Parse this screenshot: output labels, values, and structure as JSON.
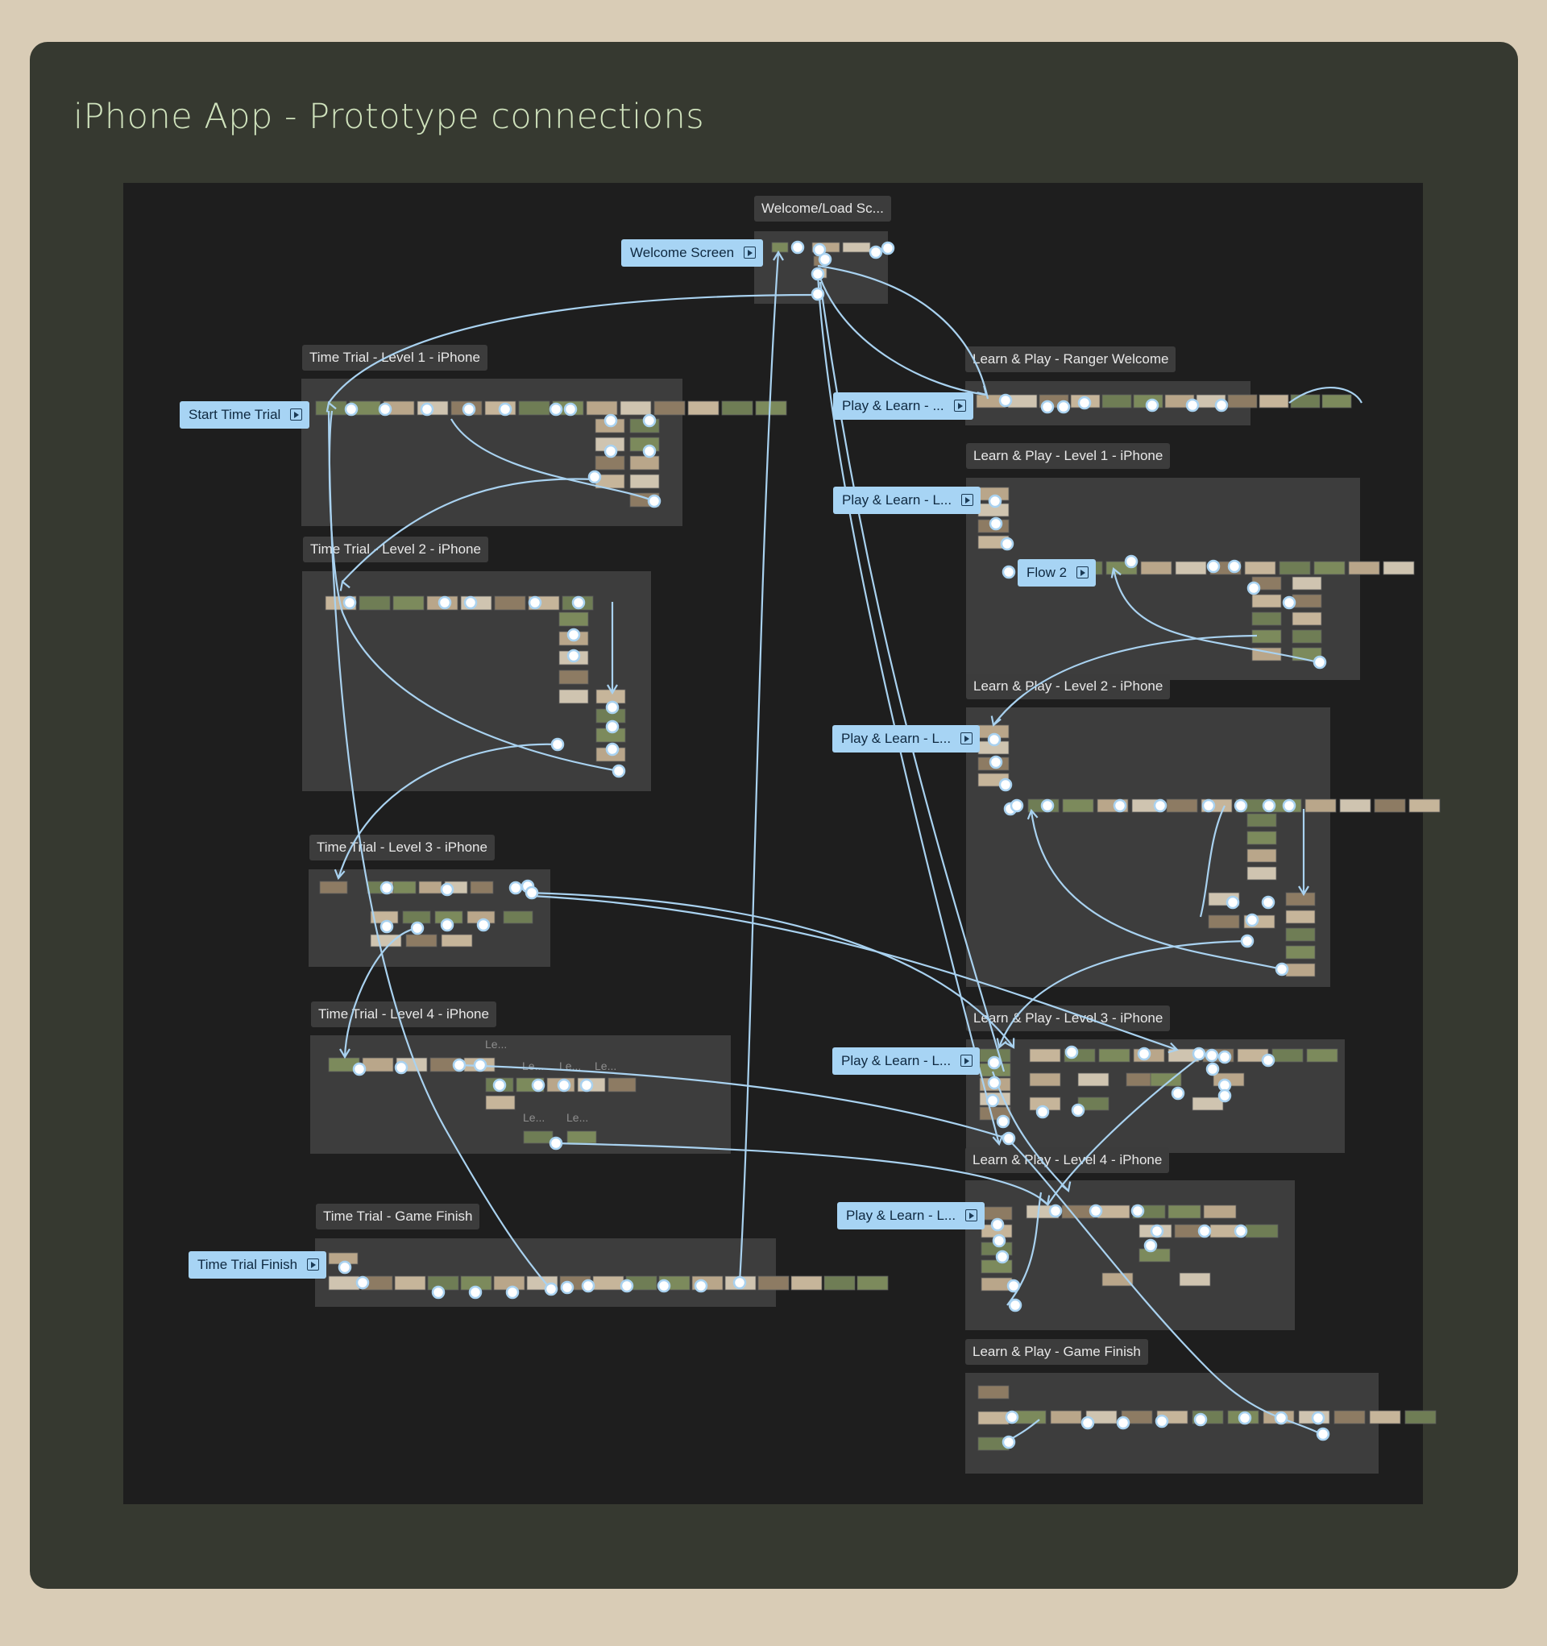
{
  "title": "iPhone App - Prototype connections",
  "sections": [
    {
      "id": "welcome",
      "label": "Welcome/Load Sc..."
    },
    {
      "id": "tt1",
      "label": "Time Trial - Level 1 - iPhone"
    },
    {
      "id": "tt2",
      "label": "Time Trial - Level 2 - iPhone"
    },
    {
      "id": "tt3",
      "label": "Time Trial - Level 3 - iPhone"
    },
    {
      "id": "tt4",
      "label": "Time Trial - Level 4 - iPhone"
    },
    {
      "id": "ttf",
      "label": "Time Trial - Game Finish"
    },
    {
      "id": "lpw",
      "label": "Learn & Play - Ranger Welcome"
    },
    {
      "id": "lp1",
      "label": "Learn & Play - Level 1 - iPhone"
    },
    {
      "id": "lp2",
      "label": "Learn & Play - Level 2 - iPhone"
    },
    {
      "id": "lp3",
      "label": "Learn & Play - Level 3 - iPhone"
    },
    {
      "id": "lp4",
      "label": "Learn & Play - Level 4 - iPhone"
    },
    {
      "id": "lpf",
      "label": "Learn & Play - Game Finish"
    }
  ],
  "flows": [
    {
      "id": "welcome-screen",
      "label": "Welcome Screen"
    },
    {
      "id": "start-time-trial",
      "label": "Start Time Trial"
    },
    {
      "id": "time-trial-finish",
      "label": "Time Trial Finish"
    },
    {
      "id": "play-learn-welcome",
      "label": "Play & Learn - ..."
    },
    {
      "id": "play-learn-l1",
      "label": "Play & Learn - L..."
    },
    {
      "id": "flow-2",
      "label": "Flow 2"
    },
    {
      "id": "play-learn-l2",
      "label": "Play & Learn - L..."
    },
    {
      "id": "play-learn-l3",
      "label": "Play & Learn - L..."
    },
    {
      "id": "play-learn-l4",
      "label": "Play & Learn - L..."
    }
  ],
  "ghost_labels": [
    "Le...",
    "Le...",
    "Le...",
    "Le...",
    "Le...",
    "Le..."
  ],
  "colors": {
    "connector": "#a9d2f0",
    "flow_bg": "#a7d4f4",
    "section_bg": "#3d3d3d",
    "canvas_bg": "#1e1e1e",
    "title": "#cfe2bc"
  }
}
